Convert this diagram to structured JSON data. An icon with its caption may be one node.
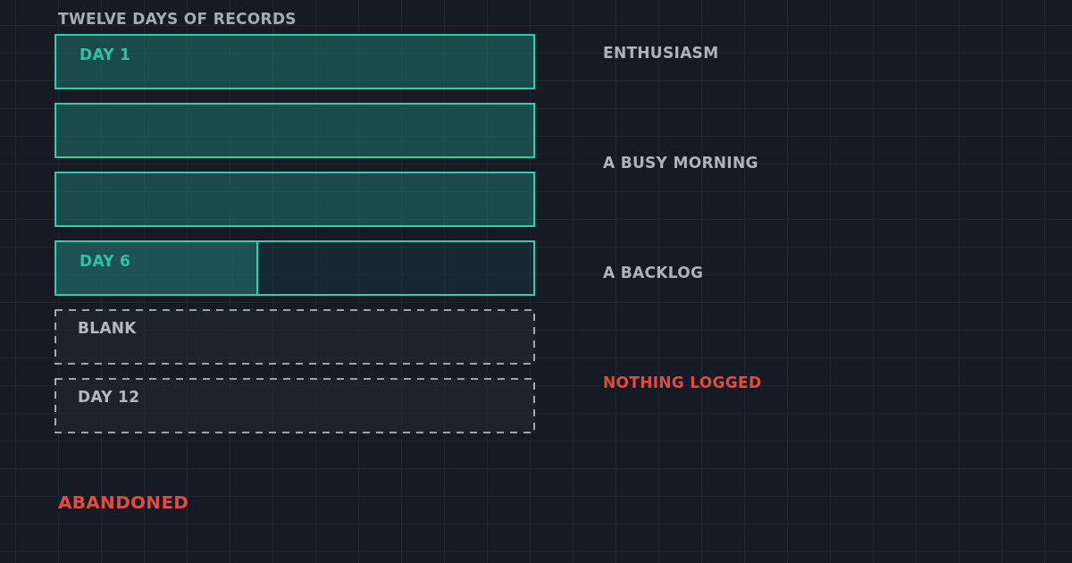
{
  "diagram": {
    "title": "TWELVE DAYS OF RECORDS",
    "nodes": [
      {
        "text": [
          "DAY 1"
        ]
      },
      {
        "text": [],
        "shape": "box"
      },
      {
        "text": [],
        "shape": "box"
      },
      {
        "text": [],
        "shape": "box"
      },
      {
        "text": [
          "DAY 6"
        ],
        "in": 3
      },
      {
        "text": [
          "BLANK"
        ]
      },
      {
        "text": [
          "DAY 12"
        ]
      }
    ],
    "labels": [
      "ENTHUSIASM",
      "A BUSY MORNING",
      "A BACKLOG",
      "NOTHING LOGGED",
      "ABANDONED"
    ]
  }
}
